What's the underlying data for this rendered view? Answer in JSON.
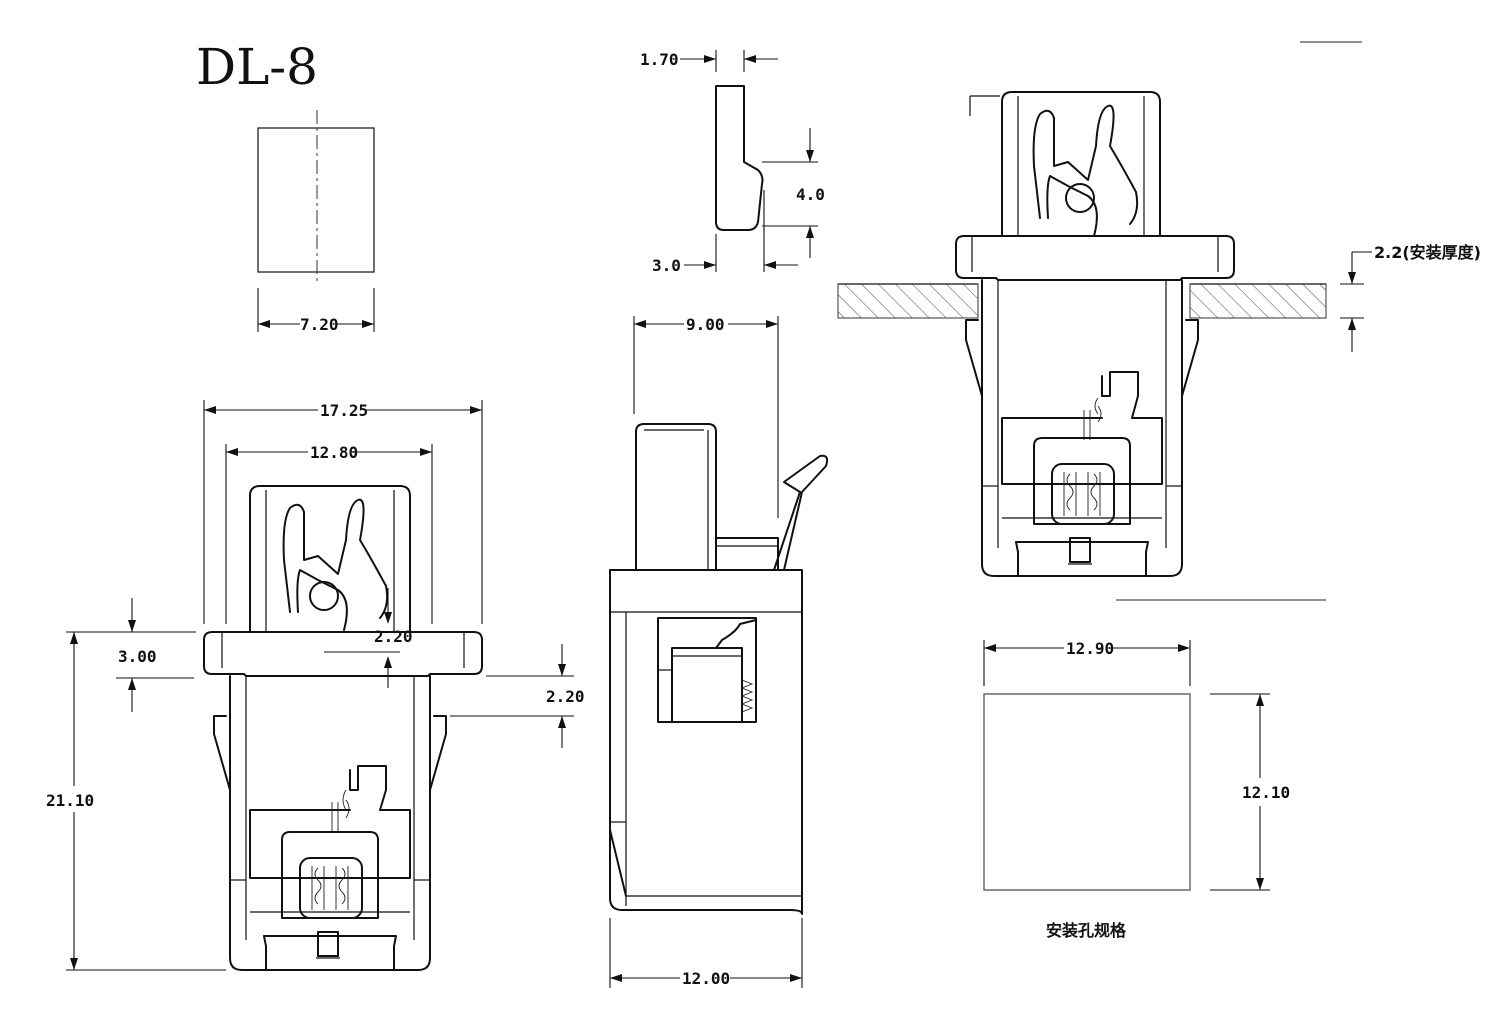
{
  "title": "DL-8",
  "dimensions": {
    "slot_width": "7.20",
    "thickness_top": "1.70",
    "hook_height": "4.0",
    "hook_depth": "3.0",
    "side_width": "9.00",
    "overall_width": "17.25",
    "inner_width": "12.80",
    "flange_height": "3.00",
    "flange_gap": "2.20",
    "lip_height": "2.20",
    "overall_height": "21.10",
    "side_depth": "12.00",
    "panel_thickness": "2.2(安装厚度)",
    "hole_width": "12.90",
    "hole_height": "12.10"
  },
  "labels": {
    "hole_spec": "安装孔规格"
  }
}
